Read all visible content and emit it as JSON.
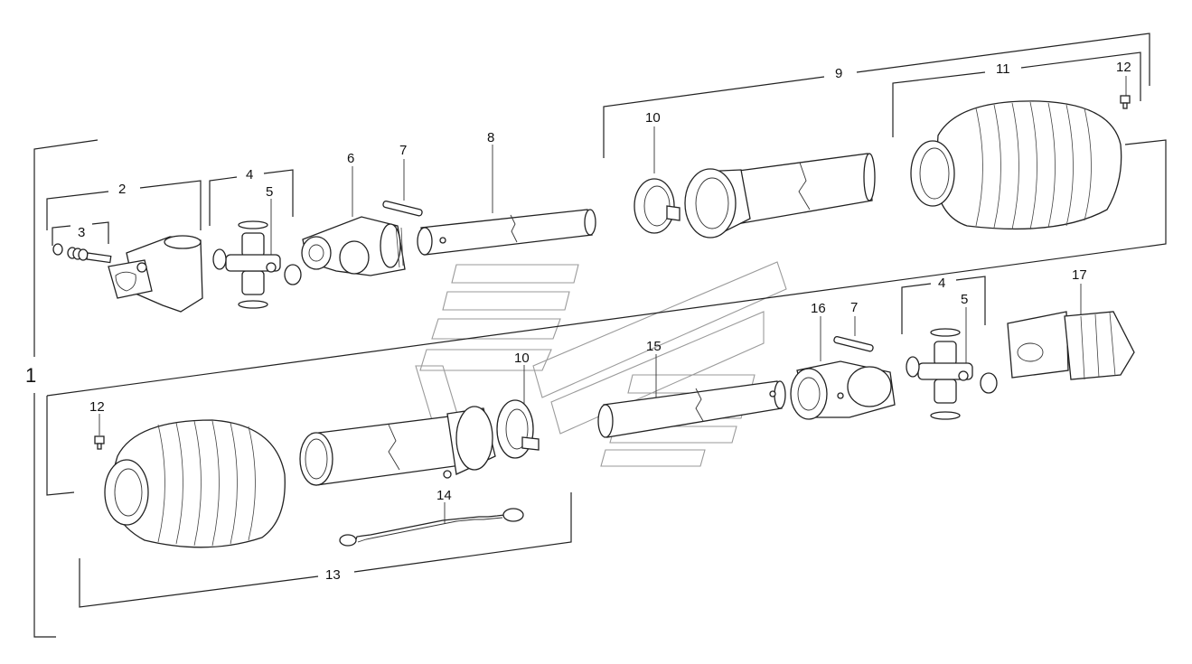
{
  "labels": {
    "l1": "1",
    "l2": "2",
    "l3": "3",
    "l4a": "4",
    "l5a": "5",
    "l6": "6",
    "l7a": "7",
    "l8": "8",
    "l9": "9",
    "l10a": "10",
    "l11": "11",
    "l12a": "12",
    "l17": "17",
    "l4b": "4",
    "l5b": "5",
    "l7b": "7",
    "l16": "16",
    "l15": "15",
    "l10b": "10",
    "l12b": "12",
    "l14": "14",
    "l13": "13"
  },
  "colors": {
    "line": "#222222",
    "watermark": "#9a9a9a",
    "background": "#ffffff"
  }
}
